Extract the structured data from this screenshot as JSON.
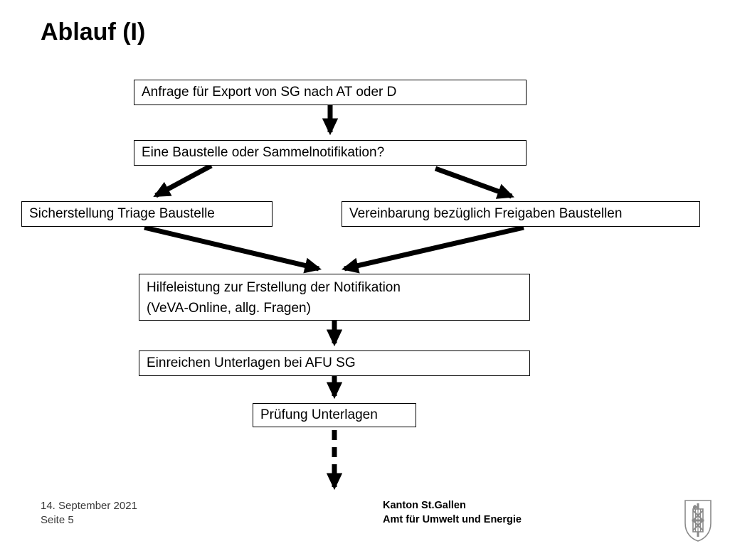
{
  "slide_title": "Ablauf (I)",
  "flowchart": {
    "boxes": [
      {
        "id": "anfrage-export",
        "label": "Anfrage für Export von SG nach AT oder D"
      },
      {
        "id": "baustelle-frage",
        "label": "Eine Baustelle oder Sammelnotifikation?"
      },
      {
        "id": "sicherstellung-triage",
        "label": "Sicherstellung Triage Baustelle"
      },
      {
        "id": "vereinbarung-freigaben",
        "label": "Vereinbarung bezüglich Freigaben Baustellen"
      },
      {
        "id": "hilfeleistung",
        "label_line1": "Hilfeleistung zur Erstellung der Notifikation",
        "label_line2": "(VeVA-Online, allg. Fragen)"
      },
      {
        "id": "einreichen-unterlagen",
        "label": "Einreichen Unterlagen bei AFU SG"
      },
      {
        "id": "pruefung-unterlagen",
        "label": "Prüfung Unterlagen"
      }
    ],
    "arrow_color": "#000000",
    "box_border_color": "#000000"
  },
  "footer": {
    "date": "14. September 2021",
    "page": "Seite 5",
    "org_name": "Kanton St.Gallen",
    "org_department": "Amt für Umwelt und Energie",
    "logo": "kanton-st-gallen-coat-of-arms"
  }
}
